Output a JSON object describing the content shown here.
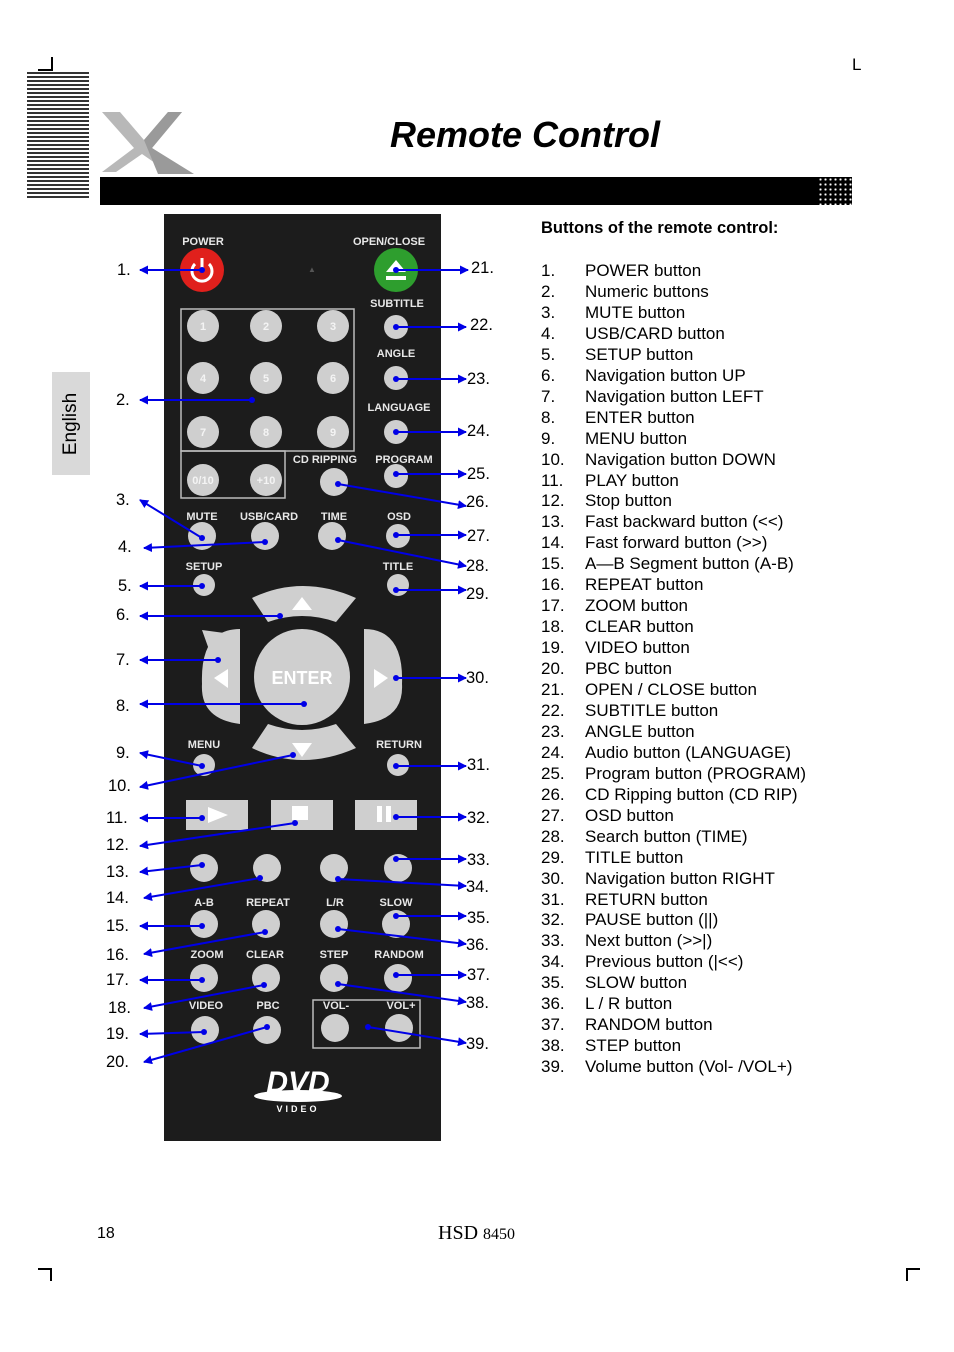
{
  "page": {
    "title": "Remote Control",
    "side_tab": "English",
    "corner_letter": "L",
    "page_number": "18",
    "footer_brand": "HSD",
    "footer_model": "8450"
  },
  "remote_labels": {
    "power": "POWER",
    "open_close": "OPEN/CLOSE",
    "subtitle": "SUBTITLE",
    "angle": "ANGLE",
    "language": "LANGUAGE",
    "cd_ripping": "CD RIPPING",
    "program": "PROGRAM",
    "mute": "MUTE",
    "usb_card": "USB/CARD",
    "time": "TIME",
    "osd": "OSD",
    "setup": "SETUP",
    "title": "TITLE",
    "enter": "ENTER",
    "menu": "MENU",
    "return": "RETURN",
    "a_b": "A-B",
    "repeat": "REPEAT",
    "l_r": "L/R",
    "slow": "SLOW",
    "zoom": "ZOOM",
    "clear": "CLEAR",
    "step": "STEP",
    "random": "RANDOM",
    "video": "VIDEO",
    "pbc": "PBC",
    "vol_minus": "VOL-",
    "vol_plus": "VOL+",
    "logo": "DVD",
    "logo_sub": "VIDEO",
    "digits": [
      "1",
      "2",
      "3",
      "4",
      "5",
      "6",
      "7",
      "8",
      "9",
      "0/10",
      "+10"
    ]
  },
  "list": {
    "heading": "Buttons of the remote control:",
    "items": [
      {
        "num": "1.",
        "text": "POWER button"
      },
      {
        "num": "2.",
        "text": "Numeric buttons"
      },
      {
        "num": "3.",
        "text": "MUTE button"
      },
      {
        "num": "4.",
        "text": "USB/CARD button"
      },
      {
        "num": "5.",
        "text": "SETUP button"
      },
      {
        "num": "6.",
        "text": "Navigation button UP"
      },
      {
        "num": "7.",
        "text": "Navigation button LEFT"
      },
      {
        "num": "8.",
        "text": "ENTER button"
      },
      {
        "num": "9.",
        "text": "MENU button"
      },
      {
        "num": "10.",
        "text": "Navigation button DOWN"
      },
      {
        "num": "11.",
        "text": "PLAY button"
      },
      {
        "num": "12.",
        "text": "Stop button"
      },
      {
        "num": "13.",
        "text": "Fast backward button (<<)"
      },
      {
        "num": "14.",
        "text": "Fast forward button (>>)"
      },
      {
        "num": "15.",
        "text": "A—B Segment button (A-B)"
      },
      {
        "num": "16.",
        "text": "REPEAT button"
      },
      {
        "num": "17.",
        "text": "ZOOM button"
      },
      {
        "num": "18.",
        "text": "CLEAR button"
      },
      {
        "num": "19.",
        "text": "VIDEO button"
      },
      {
        "num": "20.",
        "text": "PBC button"
      },
      {
        "num": "21.",
        "text": "OPEN / CLOSE button"
      },
      {
        "num": "22.",
        "text": "SUBTITLE button"
      },
      {
        "num": "23.",
        "text": "ANGLE button"
      },
      {
        "num": "24.",
        "text": "Audio button (LANGUAGE)"
      },
      {
        "num": "25.",
        "text": "Program button (PROGRAM)"
      },
      {
        "num": "26.",
        "text": "CD Ripping button (CD RIP)"
      },
      {
        "num": "27.",
        "text": "OSD button"
      },
      {
        "num": "28.",
        "text": "Search button (TIME)"
      },
      {
        "num": "29.",
        "text": "TITLE button"
      },
      {
        "num": "30.",
        "text": "Navigation button RIGHT"
      },
      {
        "num": "31.",
        "text": "RETURN button"
      },
      {
        "num": "32.",
        "text": "PAUSE button (||)"
      },
      {
        "num": "33.",
        "text": "Next button (>>|)"
      },
      {
        "num": "34.",
        "text": "Previous button (|<<)"
      },
      {
        "num": "35.",
        "text": "SLOW button"
      },
      {
        "num": "36.",
        "text": "L / R button"
      },
      {
        "num": "37.",
        "text": "RANDOM button"
      },
      {
        "num": "38.",
        "text": "STEP button"
      },
      {
        "num": "39.",
        "text": "Volume button (Vol- /VOL+)"
      }
    ]
  },
  "callouts_left": [
    "1.",
    "2.",
    "3.",
    "4.",
    "5.",
    "6.",
    "7.",
    "8.",
    "9.",
    "10.",
    "11.",
    "12.",
    "13.",
    "14.",
    "15.",
    "16.",
    "17.",
    "18.",
    "19.",
    "20."
  ],
  "callouts_right": [
    "21.",
    "22.",
    "23.",
    "24.",
    "25.",
    "26.",
    "27.",
    "28.",
    "29.",
    "30.",
    "31.",
    "32.",
    "33.",
    "34.",
    "35.",
    "36.",
    "37.",
    "38.",
    "39."
  ],
  "colors": {
    "arrow": "#0000e6",
    "remote": "#1c1c1c",
    "button": "#cfcfcf",
    "power": "#e0201c",
    "eject": "#2e9e2e"
  }
}
